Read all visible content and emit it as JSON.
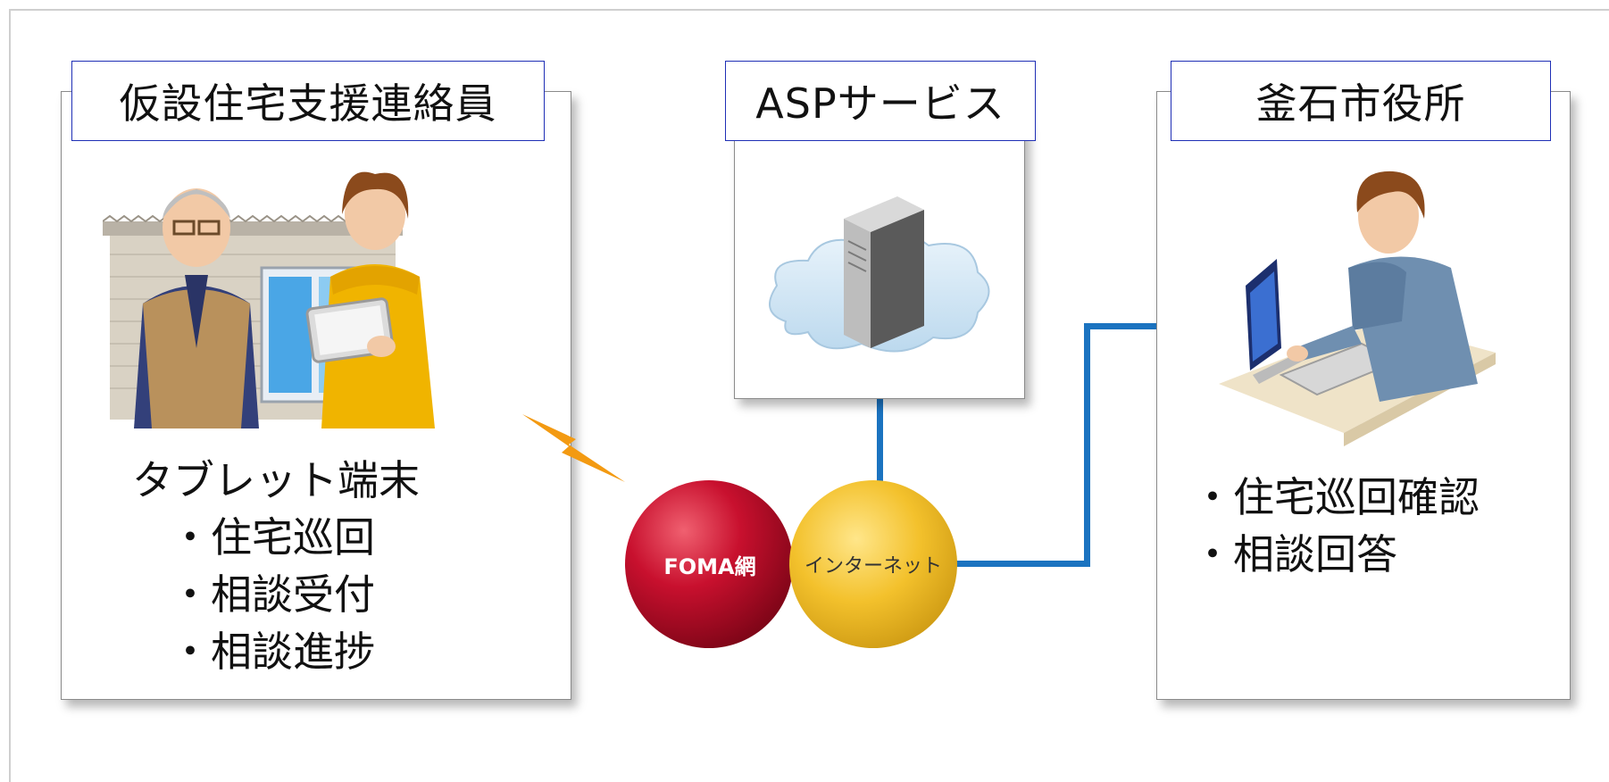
{
  "left": {
    "title": "仮設住宅支援連絡員",
    "device_label": "タブレット端末",
    "features": [
      "・住宅巡回",
      "・相談受付",
      "・相談進捗"
    ]
  },
  "center": {
    "title": "ASPサービス"
  },
  "right": {
    "title": "釜石市役所",
    "features": [
      "・住宅巡回確認",
      "・相談回答"
    ]
  },
  "network": {
    "foma_label": "FOMA網",
    "internet_label": "インターネット"
  },
  "colors": {
    "label_border": "#1f2fb5",
    "line_blue": "#1b73c0",
    "foma_red": "#c8102e",
    "internet_yellow": "#f3c12c",
    "bolt_orange": "#f39a12"
  }
}
